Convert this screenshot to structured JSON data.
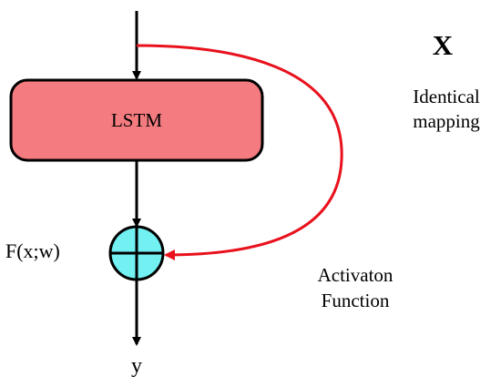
{
  "block_label": "LSTM",
  "input_label": "X",
  "skip_label": "Identical mapping",
  "function_label": "F(x;w)",
  "operator_label": "Activaton Function",
  "output_label": "y",
  "colors": {
    "block_fill": "#f47b7f",
    "block_stroke": "#000000",
    "node_fill": "#72f0f2",
    "skip_stroke": "#e8111c",
    "arrow": "#000000"
  },
  "icons": {
    "sum_node": "circled-plus-icon"
  }
}
